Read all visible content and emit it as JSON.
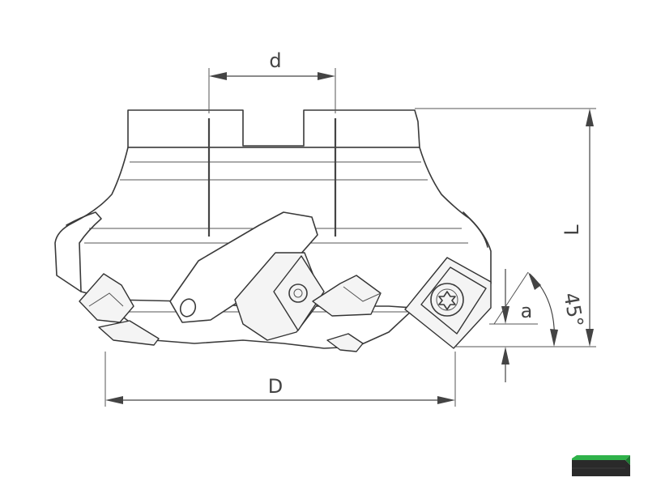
{
  "diagram": {
    "labels": {
      "d": "d",
      "L": "L",
      "D": "D",
      "a": "a",
      "angle": "45°"
    }
  },
  "colors": {
    "line": "#3a3a3a",
    "badge_green": "#2fb24a",
    "badge_dark": "#2a2a2a"
  }
}
